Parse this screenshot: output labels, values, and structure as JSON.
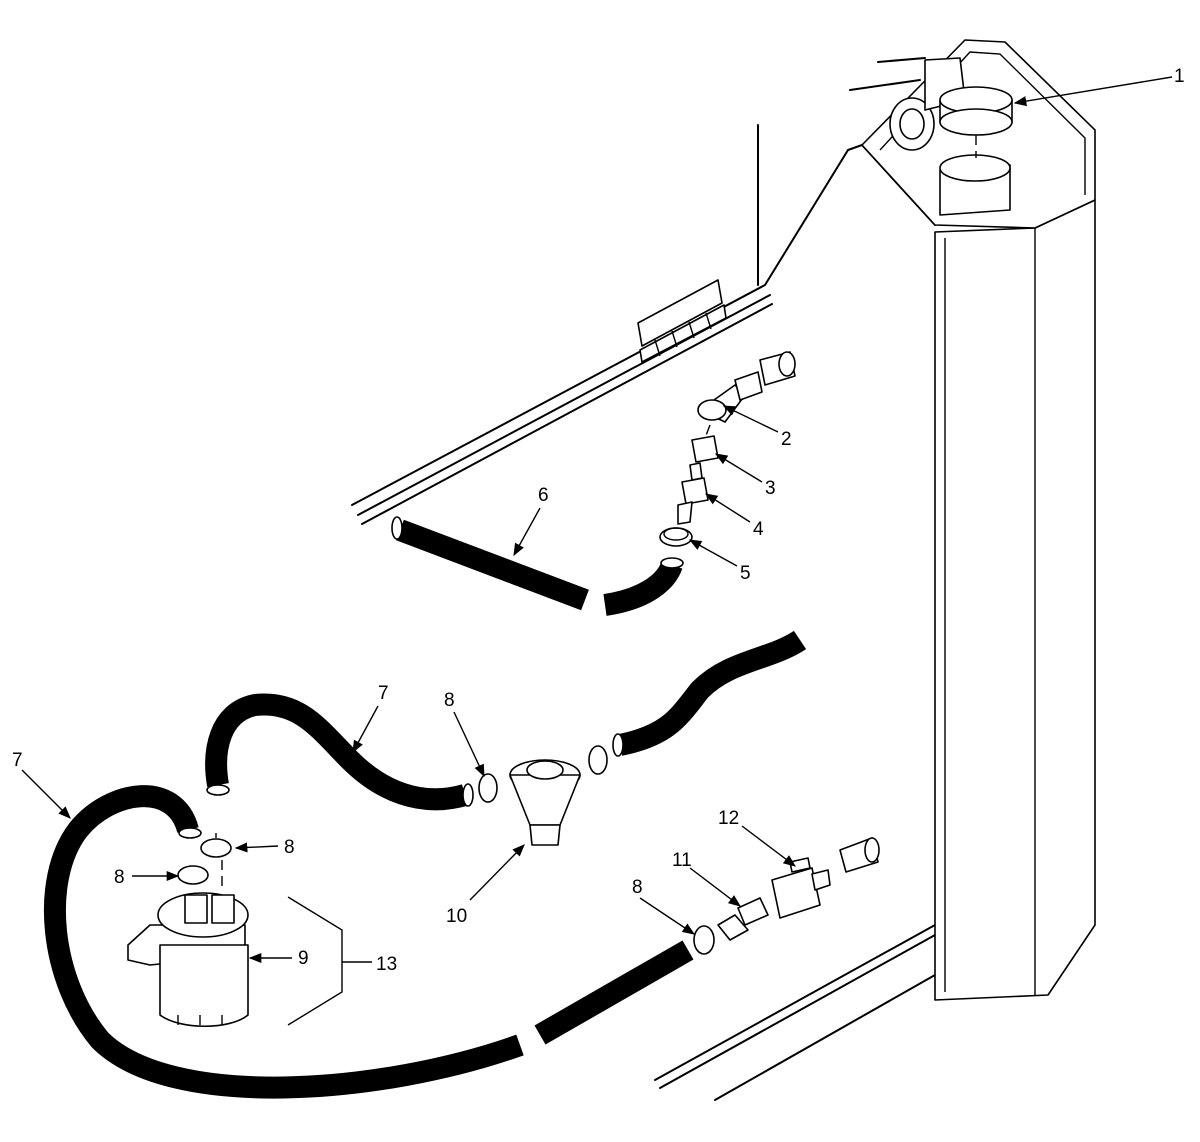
{
  "callouts": [
    {
      "id": "c1",
      "text": "1"
    },
    {
      "id": "c2",
      "text": "2"
    },
    {
      "id": "c3",
      "text": "3"
    },
    {
      "id": "c4",
      "text": "4"
    },
    {
      "id": "c5",
      "text": "5"
    },
    {
      "id": "c6",
      "text": "6"
    },
    {
      "id": "c7a",
      "text": "7"
    },
    {
      "id": "c7b",
      "text": "7"
    },
    {
      "id": "c8a",
      "text": "8"
    },
    {
      "id": "c8b",
      "text": "8"
    },
    {
      "id": "c8c",
      "text": "8"
    },
    {
      "id": "c8d",
      "text": "8"
    },
    {
      "id": "c9",
      "text": "9"
    },
    {
      "id": "c10",
      "text": "10"
    },
    {
      "id": "c11",
      "text": "11"
    },
    {
      "id": "c12",
      "text": "12"
    },
    {
      "id": "c13",
      "text": "13"
    }
  ]
}
